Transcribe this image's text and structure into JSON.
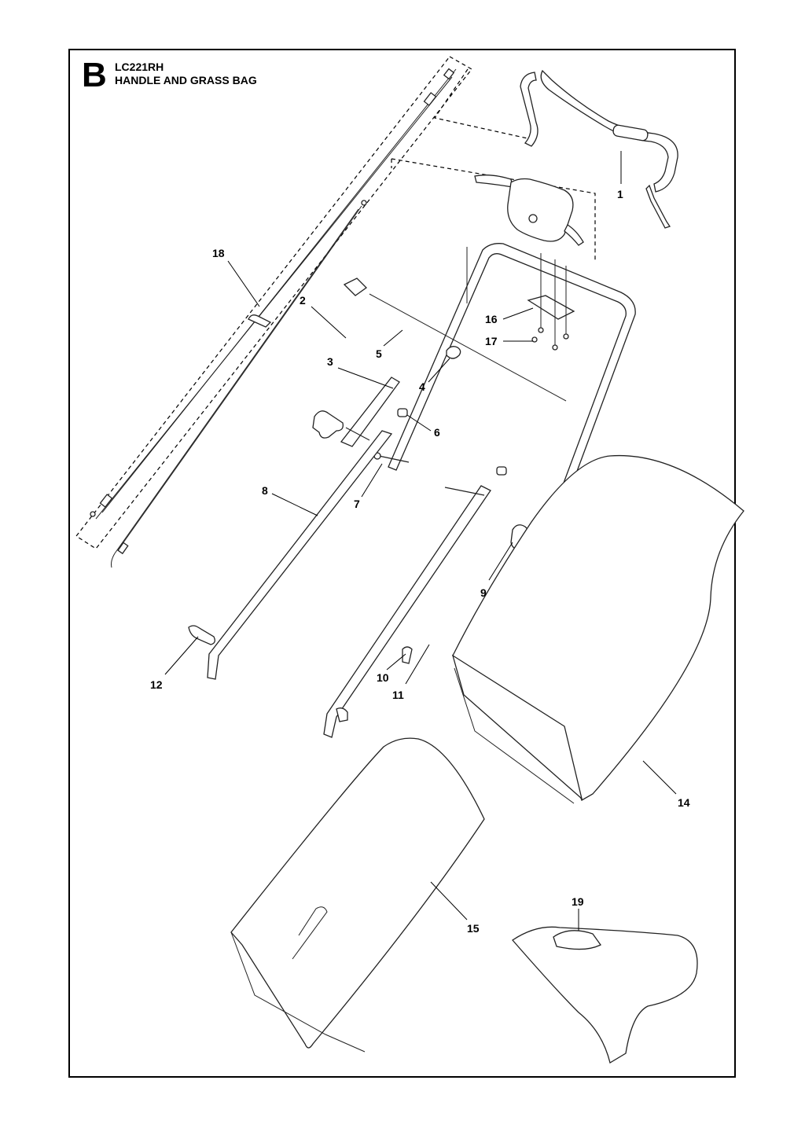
{
  "header": {
    "section_letter": "B",
    "model": "LC221RH",
    "title": "HANDLE AND GRASS BAG"
  },
  "callouts": [
    "1",
    "2",
    "3",
    "4",
    "5",
    "6",
    "7",
    "8",
    "9",
    "10",
    "11",
    "12",
    "14",
    "15",
    "16",
    "17",
    "18",
    "19"
  ]
}
